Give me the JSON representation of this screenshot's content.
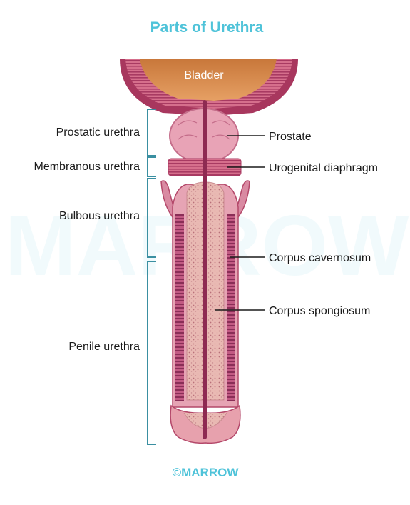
{
  "title": "Parts of Urethra",
  "organ_labels": {
    "bladder": "Bladder",
    "prostate": "Prostate",
    "urogenital_diaphragm": "Urogenital diaphragm",
    "corpus_cavernosum": "Corpus cavernosum",
    "corpus_spongiosum": "Corpus spongiosum"
  },
  "urethra_parts": {
    "prostatic": "Prostatic urethra",
    "membranous": "Membranous urethra",
    "bulbous": "Bulbous urethra",
    "penile": "Penile urethra"
  },
  "credit": {
    "symbol": "©",
    "brand": "MARROW"
  },
  "watermark": "MARROW",
  "colors": {
    "title": "#4fc3d9",
    "bracket": "#3a8fa1",
    "bladder_fill": "#d9894a",
    "tissue_pink": "#e7a1ad",
    "tissue_dark": "#b4486a",
    "urethra": "#8e2a52"
  }
}
